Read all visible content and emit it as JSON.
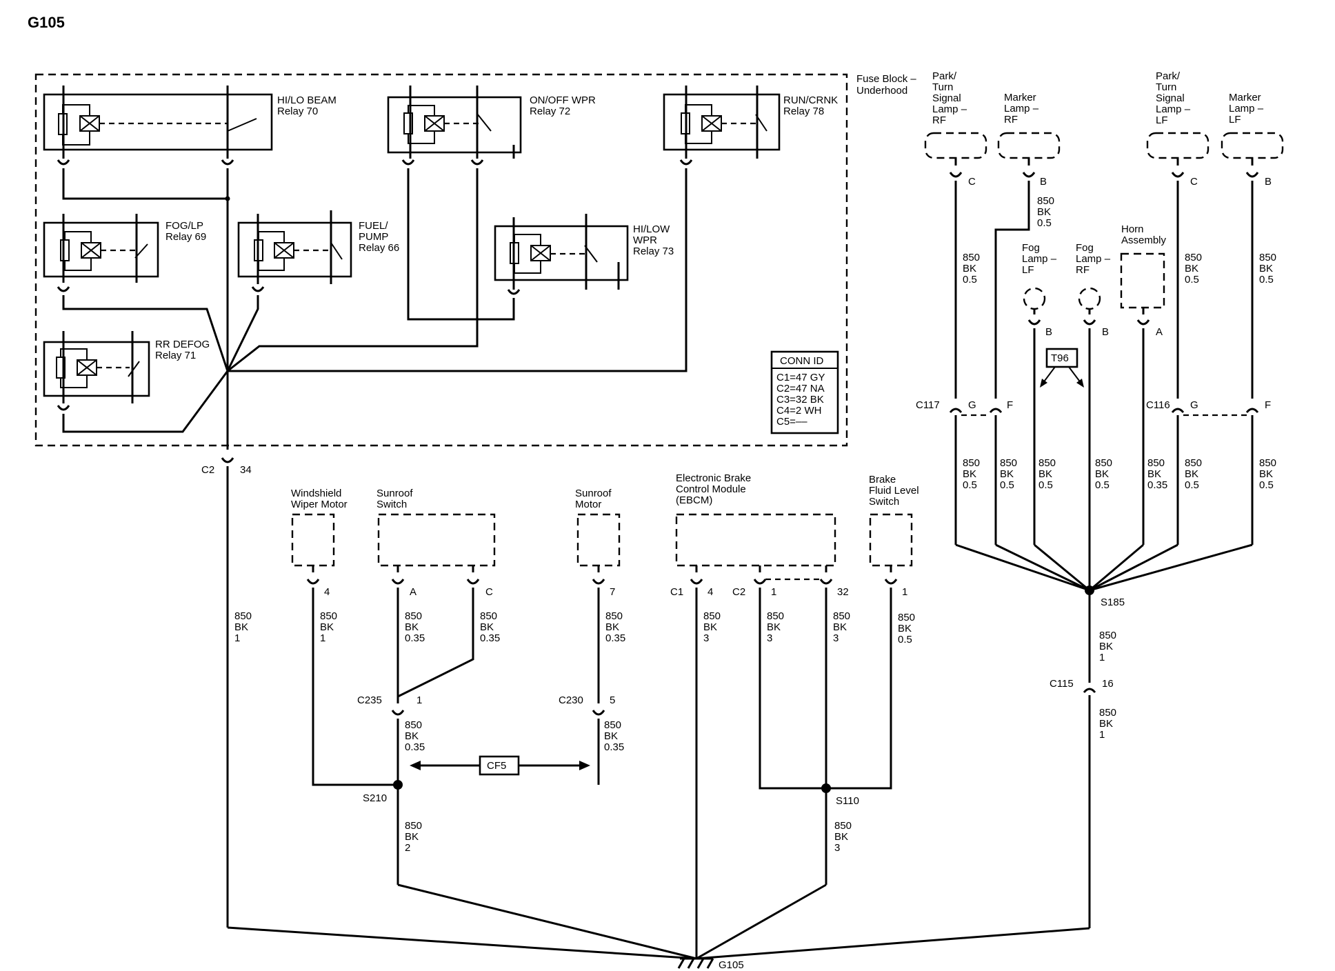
{
  "title": "G105",
  "ground_label": "G105",
  "fuse_block": {
    "line1": "Fuse Block –",
    "line2": "Underhood"
  },
  "relays": [
    {
      "line1": "HI/LO BEAM",
      "line2": "Relay 70"
    },
    {
      "line1": "ON/OFF WPR",
      "line2": "Relay 72"
    },
    {
      "line1": "RUN/CRNK",
      "line2": "Relay 78"
    },
    {
      "line1": "FOG/LP",
      "line2": "Relay 69"
    },
    {
      "line1": "FUEL/",
      "line2": "PUMP",
      "line3": "Relay 66"
    },
    {
      "line1": "HI/LOW",
      "line2": "WPR",
      "line3": "Relay 73"
    },
    {
      "line1": "RR DEFOG",
      "line2": "Relay 71"
    }
  ],
  "conn_id": {
    "title": "CONN ID",
    "rows": [
      "C1=47 GY",
      "C2=47 NA",
      "C3=32 BK",
      "C4=2 WH",
      "C5=––"
    ]
  },
  "connectors": {
    "c2": "C2",
    "c2_pin": "34",
    "c235": "C235",
    "c235_pin": "1",
    "c230": "C230",
    "c230_pin": "5",
    "c117": "C117",
    "c117_g": "G",
    "c117_f": "F",
    "c116": "C116",
    "c116_g": "G",
    "c116_f": "F",
    "c115": "C115",
    "c115_pin": "16",
    "ebcm_c1": "C1",
    "ebcm_c2": "C2"
  },
  "splices": {
    "s210": "S210",
    "s110": "S110",
    "s185": "S185"
  },
  "components": {
    "wiper_motor": [
      "Windshield",
      "Wiper Motor"
    ],
    "sunroof_switch": [
      "Sunroof",
      "Switch"
    ],
    "sunroof_motor": [
      "Sunroof",
      "Motor"
    ],
    "ebcm": [
      "Electronic Brake",
      "Control Module",
      "(EBCM)"
    ],
    "brake_fluid": [
      "Brake",
      "Fluid Level",
      "Switch"
    ],
    "park_rf": [
      "Park/",
      "Turn",
      "Signal",
      "Lamp –",
      "RF"
    ],
    "marker_rf": [
      "Marker",
      "Lamp –",
      "RF"
    ],
    "park_lf": [
      "Park/",
      "Turn",
      "Signal",
      "Lamp –",
      "LF"
    ],
    "marker_lf": [
      "Marker",
      "Lamp –",
      "LF"
    ],
    "fog_lf": [
      "Fog",
      "Lamp –",
      "LF"
    ],
    "fog_rf": [
      "Fog",
      "Lamp –",
      "RF"
    ],
    "horn": [
      "Horn",
      "Assembly"
    ]
  },
  "pins": {
    "wiper": "4",
    "sunroof_a": "A",
    "sunroof_c": "C",
    "sunroof_motor": "7",
    "ebcm_4": "4",
    "ebcm_1": "1",
    "ebcm_32": "32",
    "brake_fluid": "1",
    "park_rf": "C",
    "marker_rf": "B",
    "park_lf": "C",
    "marker_lf": "B",
    "fog_lf": "B",
    "fog_rf": "B",
    "horn": "A"
  },
  "wires": {
    "c2_out": [
      "850",
      "BK",
      "1"
    ],
    "wiper": [
      "850",
      "BK",
      "1"
    ],
    "sunroof_a": [
      "850",
      "BK",
      "0.35"
    ],
    "sunroof_c": [
      "850",
      "BK",
      "0.35"
    ],
    "sunroof_motor": [
      "850",
      "BK",
      "0.35"
    ],
    "c235_out": [
      "850",
      "BK",
      "0.35"
    ],
    "c230_out": [
      "850",
      "BK",
      "0.35"
    ],
    "s210_out": [
      "850",
      "BK",
      "2"
    ],
    "ebcm_4": [
      "850",
      "BK",
      "3"
    ],
    "ebcm_1": [
      "850",
      "BK",
      "3"
    ],
    "ebcm_32": [
      "850",
      "BK",
      "3"
    ],
    "brake_fluid": [
      "850",
      "BK",
      "0.5"
    ],
    "s110_out": [
      "850",
      "BK",
      "3"
    ],
    "marker_rf": [
      "850",
      "BK",
      "0.5"
    ],
    "park_rf": [
      "850",
      "BK",
      "0.5"
    ],
    "park_lf": [
      "850",
      "BK",
      "0.5"
    ],
    "marker_lf": [
      "850",
      "BK",
      "0.5"
    ],
    "low_1": [
      "850",
      "BK",
      "0.5"
    ],
    "low_2": [
      "850",
      "BK",
      "0.5"
    ],
    "low_3": [
      "850",
      "BK",
      "0.5"
    ],
    "low_4": [
      "850",
      "BK",
      "0.5"
    ],
    "low_5": [
      "850",
      "BK",
      "0.35"
    ],
    "low_6": [
      "850",
      "BK",
      "0.5"
    ],
    "low_7": [
      "850",
      "BK",
      "0.5"
    ],
    "s185_out": [
      "850",
      "BK",
      "1"
    ],
    "c115_out": [
      "850",
      "BK",
      "1"
    ]
  },
  "cf5": "CF5",
  "t96": "T96"
}
